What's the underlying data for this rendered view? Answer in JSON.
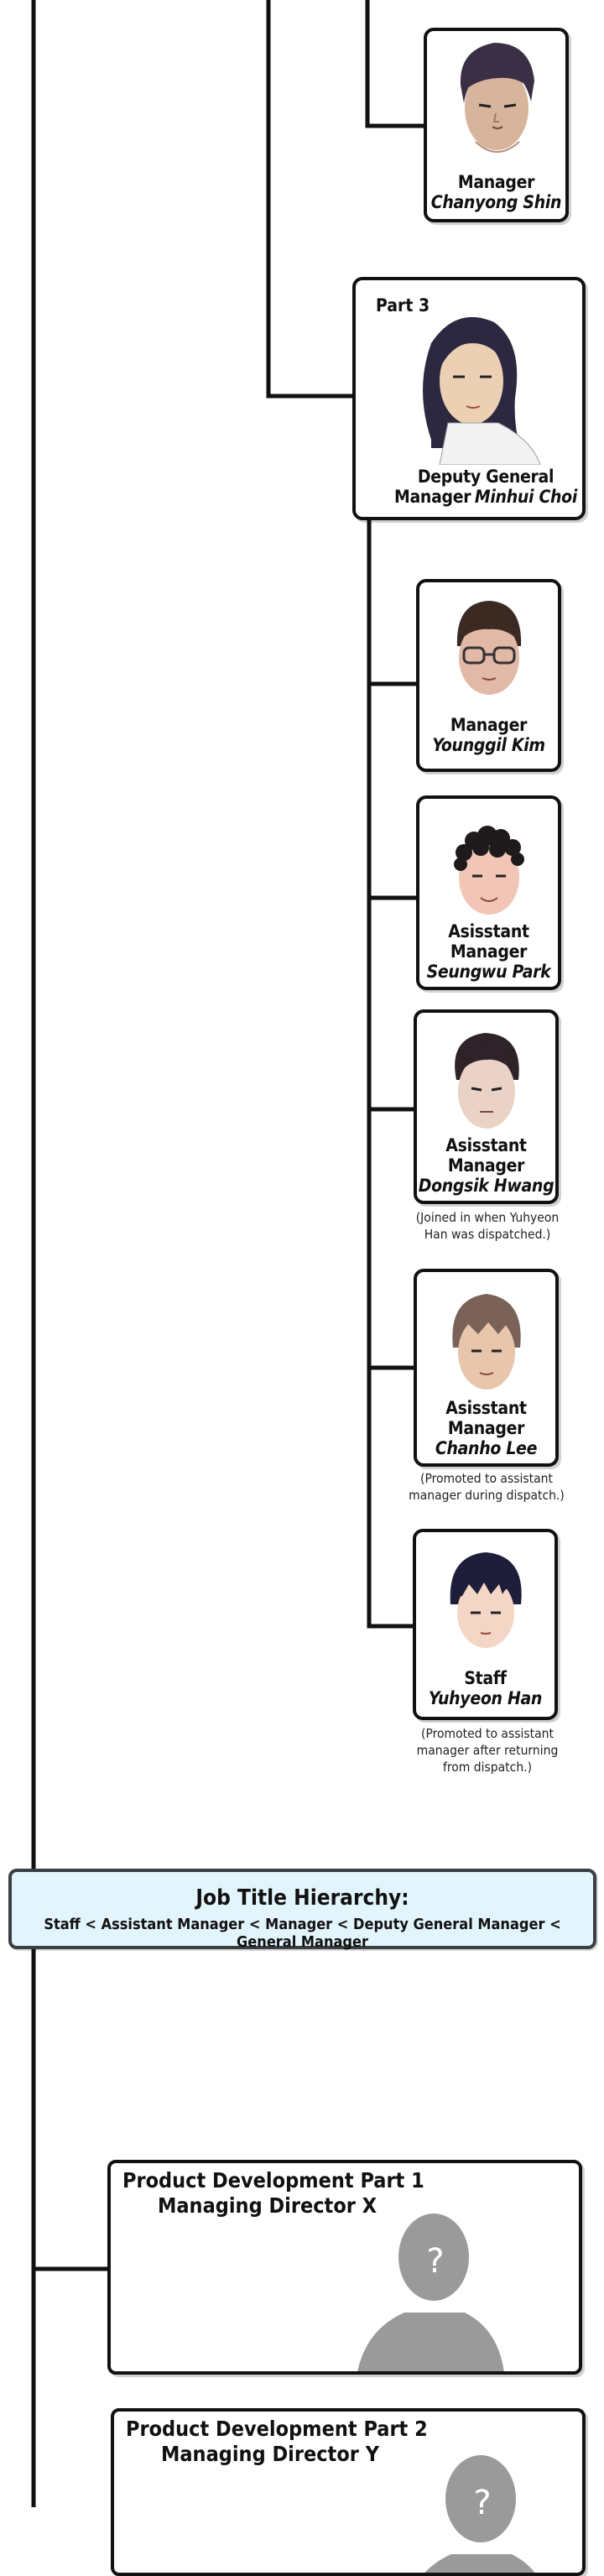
{
  "members": [
    {
      "role": "Manager",
      "name": "Chanyong Shin"
    },
    {
      "part": "Part 3",
      "role": "Deputy General Manager",
      "role_line1": "Deputy General",
      "role_line2": "Manager",
      "name": "Minhui Choi"
    },
    {
      "role": "Manager",
      "name": "Younggil Kim"
    },
    {
      "role_line1": "Asisstant",
      "role_line2": "Manager",
      "name": "Seungwu Park"
    },
    {
      "role_line1": "Asisstant",
      "role_line2": "Manager",
      "name": "Dongsik Hwang",
      "note_line1": "(Joined in when Yuhyeon",
      "note_line2": "Han was dispatched.)"
    },
    {
      "role_line1": "Asisstant",
      "role_line2": "Manager",
      "name": "Chanho Lee",
      "note_line1": "(Promoted to assistant",
      "note_line2": "manager during dispatch.)"
    },
    {
      "role": "Staff",
      "name": "Yuhyeon Han",
      "note_line1": "(Promoted to assistant",
      "note_line2": "manager after returning",
      "note_line3": "from dispatch.)"
    }
  ],
  "hierarchy": {
    "title": "Job Title Hierarchy:",
    "body": "Staff < Assistant Manager < Manager < Deputy General Manager < General Manager"
  },
  "departments": [
    {
      "title": "Product Development Part 1",
      "head": "Managing Director X",
      "icon": "unknown-person-silhouette",
      "mark": "?"
    },
    {
      "title": "Product Development Part 2",
      "head": "Managing Director Y",
      "icon": "unknown-person-silhouette",
      "mark": "?"
    }
  ],
  "colors": {
    "line": "#111111",
    "hierarchy_bg": "#e3f5fc",
    "silhouette": "#9a9a9a",
    "hair_dark": "#2b2840"
  }
}
